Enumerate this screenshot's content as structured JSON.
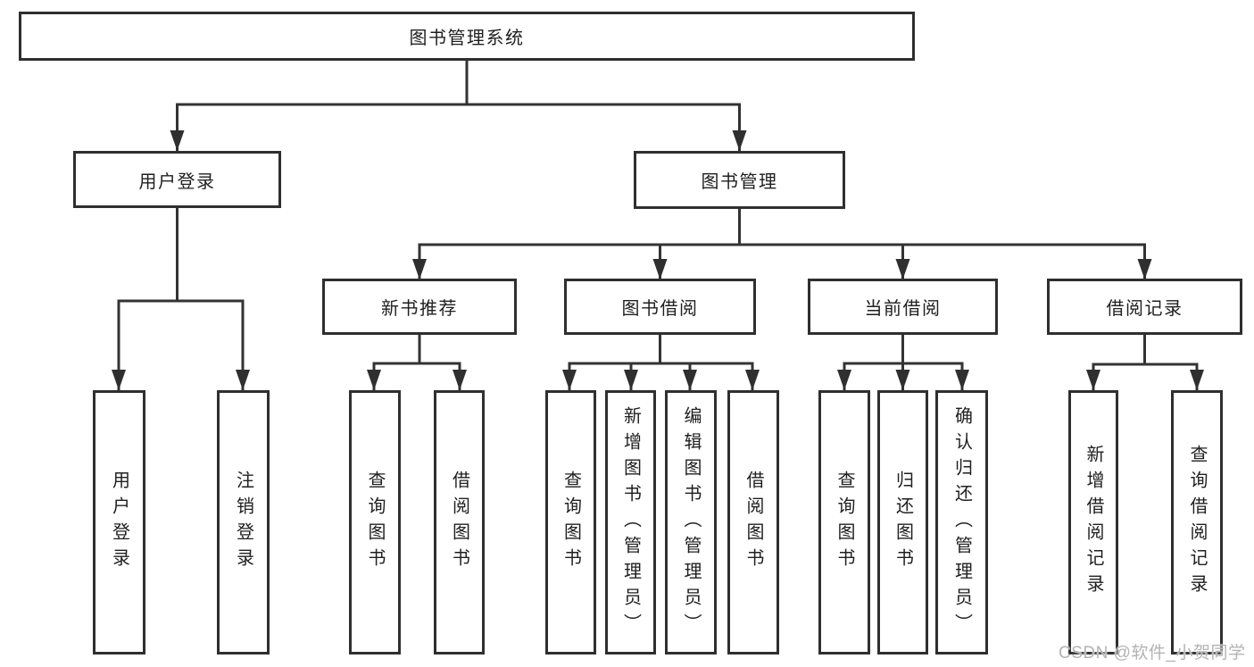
{
  "tree": {
    "label": "图书管理系统",
    "children": [
      {
        "label": "用户登录",
        "children": [
          {
            "label": "用户登录"
          },
          {
            "label": "注销登录"
          }
        ]
      },
      {
        "label": "图书管理",
        "children": [
          {
            "label": "新书推荐",
            "children": [
              {
                "label": "查询图书"
              },
              {
                "label": "借阅图书"
              }
            ]
          },
          {
            "label": "图书借阅",
            "children": [
              {
                "label": "查询图书"
              },
              {
                "label": "新增图书（管理员）"
              },
              {
                "label": "编辑图书（管理员）"
              },
              {
                "label": "借阅图书"
              }
            ]
          },
          {
            "label": "当前借阅",
            "children": [
              {
                "label": "查询图书"
              },
              {
                "label": "归还图书"
              },
              {
                "label": "确认归还（管理员）"
              }
            ]
          },
          {
            "label": "借阅记录",
            "children": [
              {
                "label": "新增借阅记录"
              },
              {
                "label": "查询借阅记录"
              }
            ]
          }
        ]
      }
    ]
  },
  "watermark": {
    "text": "CSDN @软件_小贺同学",
    "color": "#b3b3b3"
  },
  "colors": {
    "line": "#333333",
    "box_border": "#2f2f2f",
    "text": "#1f1f1f",
    "background": "#ffffff"
  }
}
